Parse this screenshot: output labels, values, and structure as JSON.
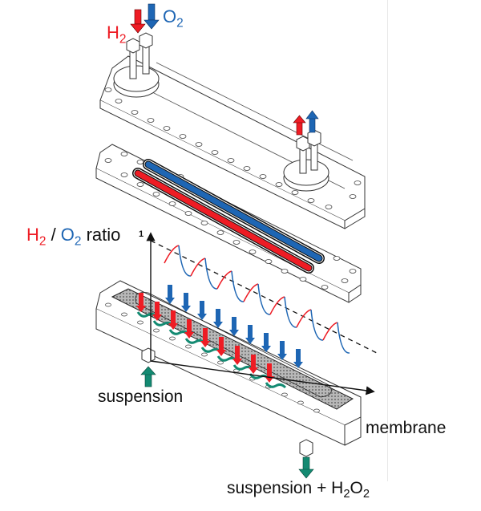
{
  "colors": {
    "hydrogen": "#ee1c24",
    "oxygen": "#1e66b4",
    "suspension": "#138a72",
    "outline": "#222222",
    "membrane_fill": "#9a9a9a"
  },
  "labels": {
    "h2": {
      "base": "H",
      "sub": "2"
    },
    "o2": {
      "base": "O",
      "sub": "2"
    },
    "ratio": {
      "h_base": "H",
      "h_sub": "2",
      "slash": " / ",
      "o_base": "O",
      "o_sub": "2",
      "word": " ratio"
    },
    "axis_tick": "1",
    "suspension_in": "suspension",
    "membrane": "membrane",
    "suspension_out": {
      "prefix": "suspension + H",
      "sub1": "2",
      "mid": "O",
      "sub2": "2"
    }
  },
  "parts": {
    "top_plate": "gas distribution cover with inlet and outlet fittings",
    "middle_plate": "gas channel plate with H2 and O2 channels",
    "bottom_plate": "membrane reactor with suspension flow"
  }
}
